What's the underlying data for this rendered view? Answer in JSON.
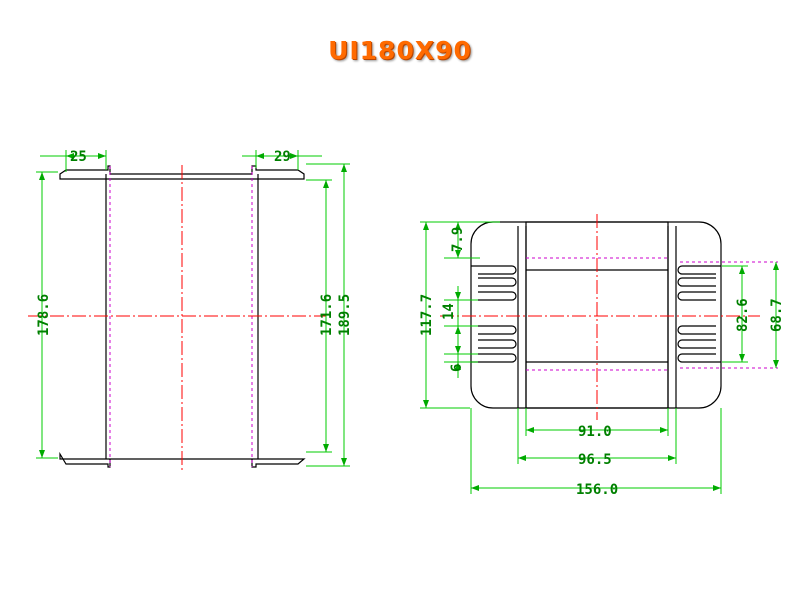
{
  "title": "UI180X90",
  "side_view": {
    "dims": {
      "left_tab_width": "25",
      "right_tab_width": "29",
      "inner_height": "178.6",
      "flange_inner_height": "171.6",
      "overall_height": "189.5"
    }
  },
  "front_view": {
    "dims": {
      "top_offset": "7.9",
      "overall_height": "117.7",
      "slot_pitch": "14",
      "slot_width": "6",
      "window_height": "82.6",
      "outer_window_height": "68.7",
      "window_width": "91.0",
      "outer_width": "96.5",
      "overall_width": "156.0"
    }
  },
  "colors": {
    "title": "#ff6a00",
    "dimension": "#00cc00",
    "centerline": "#ff0000",
    "hidden_line": "#cc00cc",
    "outline": "#000000"
  }
}
